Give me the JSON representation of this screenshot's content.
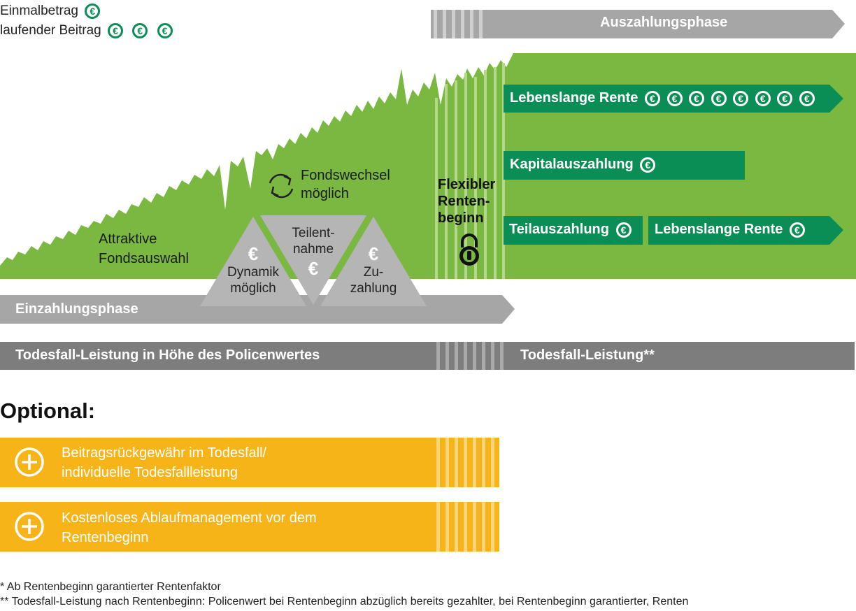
{
  "legend": {
    "einmalbetrag": "Einmalbetrag",
    "laufender_beitrag": "laufender Beitrag",
    "euro_symbol": "€"
  },
  "phases": {
    "auszahlung": "Auszahlungsphase",
    "einzahlung": "Einzahlungsphase"
  },
  "labels": {
    "attraktive_line1": "Attraktive",
    "attraktive_line2": "Fondsauswahl",
    "fondswechsel_line1": "Fondswechsel",
    "fondswechsel_line2": "möglich",
    "flexibler_line1": "Flexibler",
    "flexibler_line2": "Renten-",
    "flexibler_line3": "beginn"
  },
  "triangles": {
    "left_line1": "Dynamik",
    "left_line2": "möglich",
    "middle_line1": "Teilent-",
    "middle_line2": "nahme",
    "right_line1": "Zu-",
    "right_line2": "zahlung"
  },
  "payout_options": {
    "lebenslange_rente": "Lebenslange Rente",
    "kapitalauszahlung": "Kapitalauszahlung",
    "teilauszahlung": "Teilauszahlung",
    "lebenslange_rente_2": "Lebenslange Rente"
  },
  "death_benefit": {
    "before": "Todesfall-Leistung in Höhe des Policenwertes",
    "after": "Todesfall-Leistung**"
  },
  "optional": {
    "heading": "Optional:",
    "item1_line1": "Beitragsrückgewähr im Todesfall/",
    "item1_line2": "individuelle Todesfallleistung",
    "item2_line1": "Kostenloses Ablaufmanagement vor dem",
    "item2_line2": "Rentenbeginn"
  },
  "footnotes": {
    "note1": "* Ab Rentenbeginn garantierter Rentenfaktor",
    "note2": "** Todesfall-Leistung nach Rentenbeginn: Policenwert bei Rentenbeginn abzüglich bereits gezahlter, bei Rentenbeginn garantierter, Renten"
  },
  "colors": {
    "light_green": "#7ab842",
    "dark_green": "#0b8e55",
    "gray": "#a6a6a6",
    "dark_gray": "#7d7d7d",
    "yellow": "#f6b418"
  }
}
